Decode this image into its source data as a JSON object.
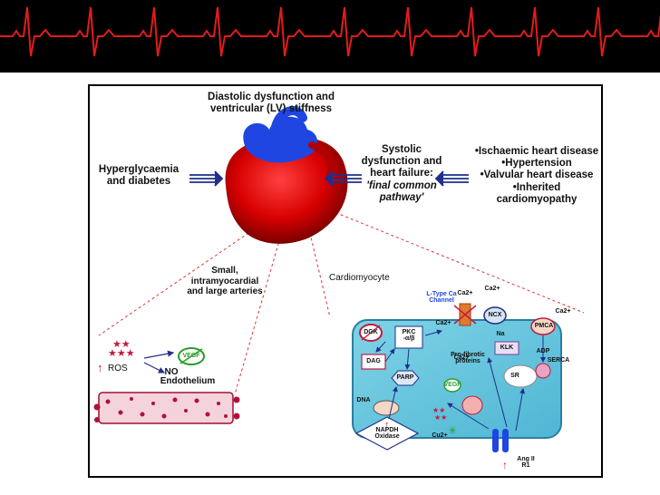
{
  "diagram": {
    "top_title": "Diastolic dysfunction and ventricular (LV) stiffness",
    "left_cause": "Hyperglycaemia and diabetes",
    "center_outcome": [
      "Systolic",
      "dysfunction and",
      "heart failure:"
    ],
    "center_outcome_italic": [
      "'final common",
      "pathway'"
    ],
    "right_causes": [
      "•Ischaemic heart disease",
      "•Hypertension",
      "•Valvular heart disease",
      "•Inherited",
      "cardiomyopathy"
    ],
    "vessels_label": "Small, intramyocardial and large arteries",
    "cardiomyocyte_label": "Cardiomyocyte",
    "ros_label": "ROS",
    "no_label": "NO",
    "endothelium_label": "Endothelium",
    "vegf_label": "VEGF",
    "cell": {
      "l_type_ca": [
        "L-Type Ca",
        "Channel"
      ],
      "ca_labels": [
        "Ca2+",
        "Ca2+",
        "Ca2+",
        "Ca2+",
        "Ca2+"
      ],
      "ncx": "NCX",
      "na": "Na",
      "pmca": "PMCA",
      "adp": "ADP",
      "serca": "SERCA",
      "sr": "SR",
      "klk": "KLK",
      "dgk": "DGK",
      "pkc": [
        "PKC",
        "-α/β"
      ],
      "dag": "DAG",
      "parp": "PARP",
      "vegf": "VEGF",
      "dna": "DNA",
      "pro_fibrotic": [
        "Pro-fibrotic",
        "proteins"
      ],
      "nadph": [
        "NAPDH",
        "Oxidase"
      ],
      "cu": "Cu2+",
      "ang": [
        "Ang II",
        "R1"
      ]
    }
  }
}
